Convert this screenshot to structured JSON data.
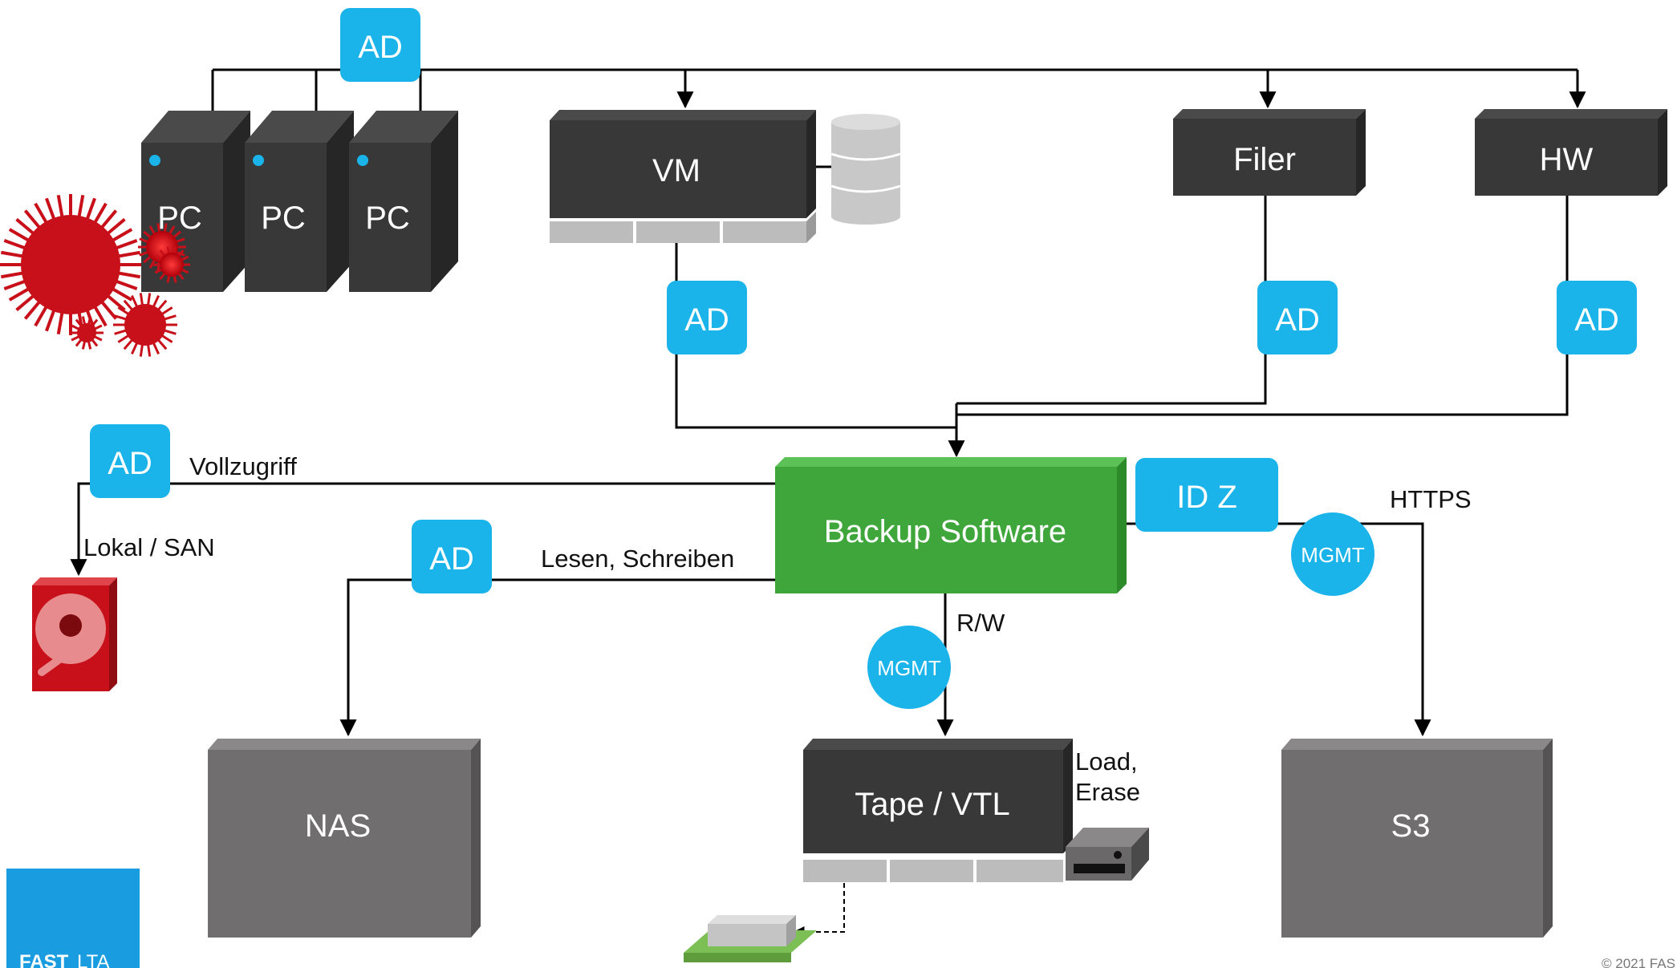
{
  "colors": {
    "dark_box": "#383838",
    "grey_box": "#706e6e",
    "blue_badge": "#1ab3ea",
    "green_box": "#3ea63a",
    "virus_red": "#c8101a",
    "line": "#000000"
  },
  "nodes": {
    "pc1": "PC",
    "pc2": "PC",
    "pc3": "PC",
    "vm": "VM",
    "filer": "Filer",
    "hw": "HW",
    "backup": "Backup Software",
    "nas": "NAS",
    "tape": "Tape / VTL",
    "s3": "S3"
  },
  "badges": {
    "ad_top": "AD",
    "ad_vm": "AD",
    "ad_filer": "AD",
    "ad_hw": "AD",
    "ad_local": "AD",
    "ad_nas": "AD",
    "id_z": "ID Z",
    "mgmt_tape": "MGMT",
    "mgmt_s3": "MGMT"
  },
  "edge_labels": {
    "vollzugriff": "Vollzugriff",
    "lokal_san": "Lokal / SAN",
    "lesen_schreiben": "Lesen, Schreiben",
    "rw": "R/W",
    "load": "Load,",
    "erase": "Erase",
    "https": "HTTPS"
  },
  "icons": [
    "virus-icon",
    "database-icon",
    "hard-drive-icon",
    "tape-drive-icon",
    "storage-card-icon"
  ],
  "footer": {
    "logo_text_bold": "FAST",
    "logo_text_light": "LTA",
    "copyright": "© 2021 FAS"
  }
}
